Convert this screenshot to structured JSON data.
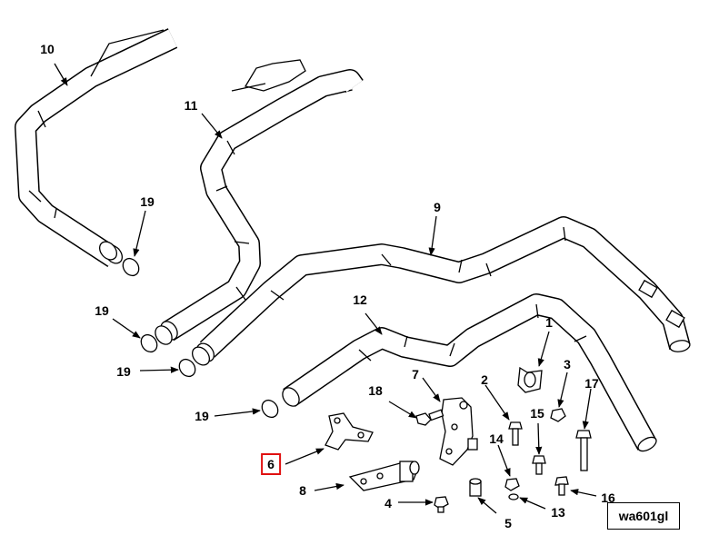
{
  "diagram": {
    "figure_id": "wa601gl",
    "highlighted_callout": "6",
    "highlight_color": "#e01010",
    "callouts": [
      {
        "id": "c1",
        "label": "1"
      },
      {
        "id": "c2",
        "label": "2"
      },
      {
        "id": "c3",
        "label": "3"
      },
      {
        "id": "c4",
        "label": "4"
      },
      {
        "id": "c5",
        "label": "5"
      },
      {
        "id": "c6",
        "label": "6"
      },
      {
        "id": "c7",
        "label": "7"
      },
      {
        "id": "c8",
        "label": "8"
      },
      {
        "id": "c9",
        "label": "9"
      },
      {
        "id": "c10",
        "label": "10"
      },
      {
        "id": "c11",
        "label": "11"
      },
      {
        "id": "c12",
        "label": "12"
      },
      {
        "id": "c13",
        "label": "13"
      },
      {
        "id": "c14",
        "label": "14"
      },
      {
        "id": "c15",
        "label": "15"
      },
      {
        "id": "c16",
        "label": "16"
      },
      {
        "id": "c17",
        "label": "17"
      },
      {
        "id": "c18",
        "label": "18"
      },
      {
        "id": "c19a",
        "label": "19"
      },
      {
        "id": "c19b",
        "label": "19"
      },
      {
        "id": "c19c",
        "label": "19"
      },
      {
        "id": "c19d",
        "label": "19"
      }
    ]
  }
}
